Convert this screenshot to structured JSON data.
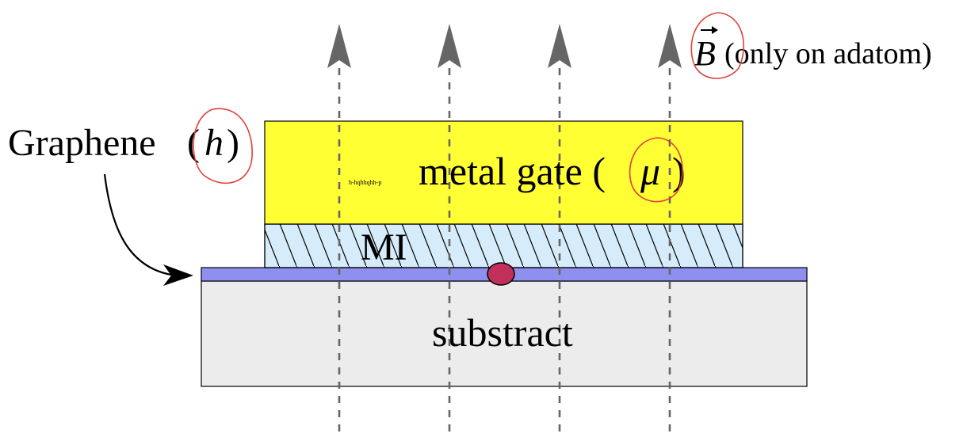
{
  "labels": {
    "graphene": "Graphene",
    "graphene_param": "h",
    "field_symbol": "B",
    "field_note": "(only on adatom)",
    "metal_gate": "metal gate (",
    "metal_gate_param": "μ",
    "metal_gate_close": ")",
    "insulator": "MI",
    "substrate": "substract",
    "stray_text": "h-hqhhqhh-p"
  },
  "colors": {
    "metal_gate": "#ffff33",
    "insulator": "#d6ecfa",
    "graphene": "#8f8fef",
    "substrate": "#ececec",
    "adatom": "#c0305a",
    "field_arrows": "#666666",
    "annotation_circles": "#e0403a"
  },
  "icons": {
    "field_arrow": "upward-arrow-icon",
    "pointer_arrow": "curved-arrow-icon",
    "adatom": "circle-icon"
  },
  "field_lines": 4
}
